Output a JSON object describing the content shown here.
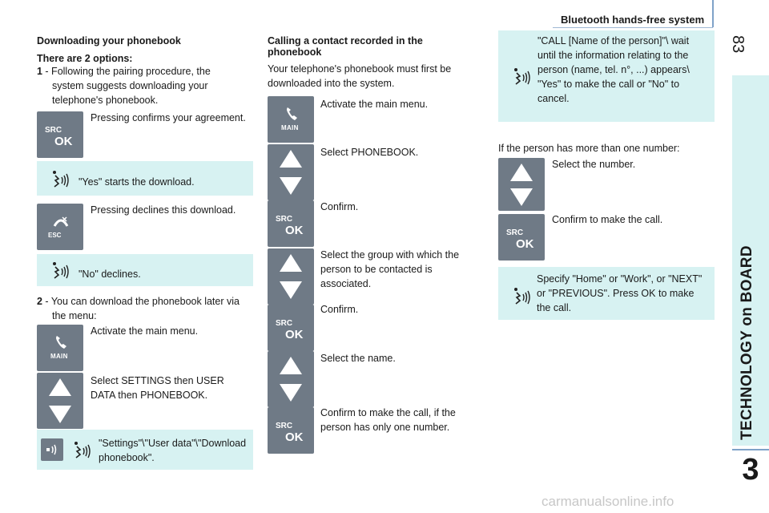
{
  "header": {
    "title": "Bluetooth hands-free system",
    "page_number": "83"
  },
  "sidebar": {
    "chapter_title": "TECHNOLOGY on BOARD",
    "chapter_number": "3"
  },
  "watermark": "carmanualsonline.info",
  "icon_labels": {
    "src": "SRC",
    "ok": "OK",
    "main": "MAIN",
    "esc": "ESC"
  },
  "col1": {
    "heading": "Downloading your phonebook",
    "options_heading": "There are 2 options:",
    "option1_num": "1",
    "option1_text": " - Following the pairing procedure, the system suggests downloading your telephone's phonebook.",
    "press_agree": "Pressing confirms your agreement.",
    "yes_download": "\"Yes\" starts the download.",
    "press_decline": "Pressing declines this download.",
    "no_declines": "\"No\" declines.",
    "option2_num": "2",
    "option2_text": " - You can download the phonebook later via the menu:",
    "activate_main": "Activate the main menu.",
    "select_settings": "Select SETTINGS then USER DATA then PHONEBOOK.",
    "voice_settings": "\"Settings\"\\\"User data\"\\\"Download phonebook\"."
  },
  "col2": {
    "heading": "Calling a contact recorded in the phonebook",
    "intro": "Your telephone's phonebook must first be downloaded into the system.",
    "step_activate": "Activate the main menu.",
    "step_select_phonebook": "Select PHONEBOOK.",
    "step_confirm1": "Confirm.",
    "step_select_group": "Select the group with which the person to be contacted is associated.",
    "step_confirm2": "Confirm.",
    "step_select_name": "Select the name.",
    "step_confirm_call": "Confirm to make the call, if the person has only one number."
  },
  "col3": {
    "voice_call": "\"CALL [Name of the person]\"\\ wait until the information relating to the person (name, tel. n°, ...) appears\\ \"Yes\" to make the call or \"No\" to cancel.",
    "more_numbers": "If the person has more than one number:",
    "select_number": "Select the number.",
    "confirm_call": "Confirm to make the call.",
    "voice_specify": "Specify \"Home\" or \"Work\", or \"NEXT\" or \"PREVIOUS\". Press OK to make the call."
  }
}
